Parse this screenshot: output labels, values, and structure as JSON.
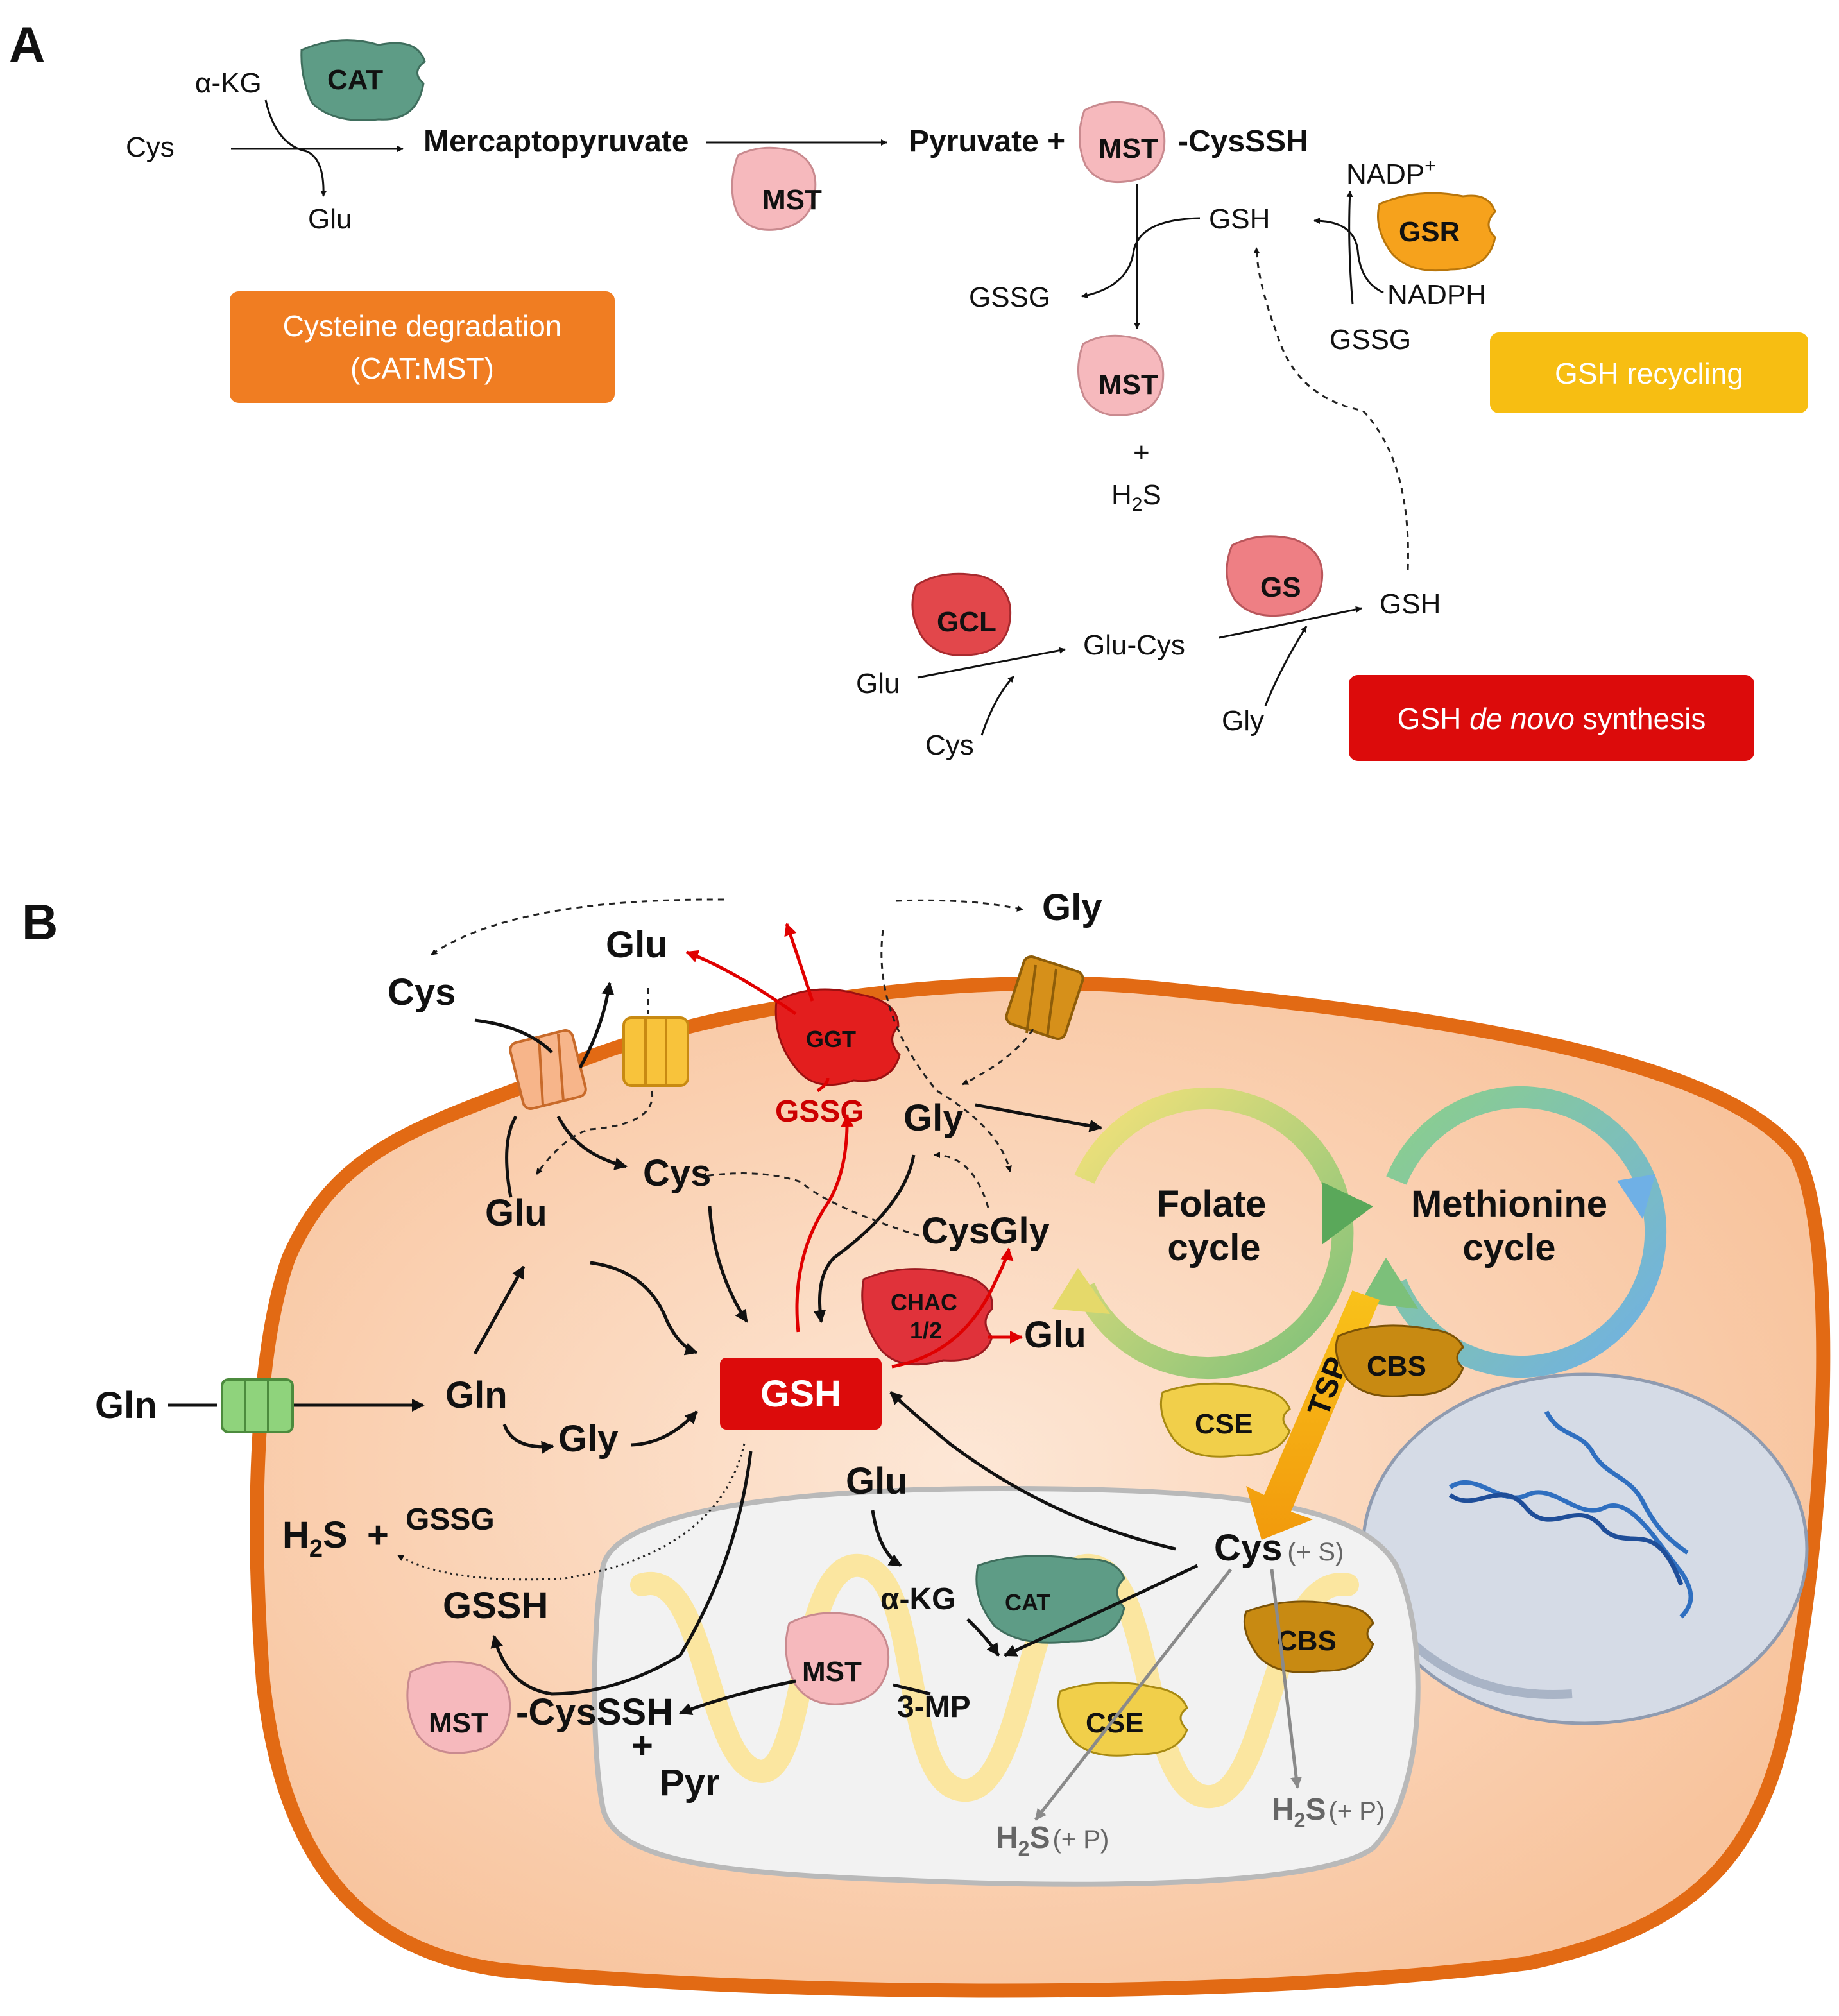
{
  "panels": {
    "a": "A",
    "b": "B"
  },
  "panel_a": {
    "alpha_kg": "α-KG",
    "cat": "CAT",
    "cys": "Cys",
    "glu": "Glu",
    "mercaptopyruvate": "Mercaptopyruvate",
    "mst": "MST",
    "pyruvate_plus": "Pyruvate +",
    "cysssh_suffix": "-CysSSH",
    "nadp": "NADP",
    "nadp_sup": "+",
    "gsr": "GSR",
    "gsh": "GSH",
    "gssg": "GSSG",
    "nadph": "NADPH",
    "plus": "+",
    "h2s_h": "H",
    "h2s_2": "2",
    "h2s_s": "S",
    "gcl": "GCL",
    "gs": "GS",
    "glu_cys": "Glu-Cys",
    "gly": "Gly",
    "box_degradation_line1": "Cysteine degradation",
    "box_degradation_line2": "(CAT:MST)",
    "box_recycling": "GSH recycling",
    "box_synthesis_pre": "GSH ",
    "box_synthesis_italic": "de novo",
    "box_synthesis_post": " synthesis"
  },
  "panel_b": {
    "gly_top": "Gly",
    "glu_top": "Glu",
    "cys_top": "Cys",
    "ggt": "GGT",
    "gssg_red": "GSSG",
    "gly_mid": "Gly",
    "cys_mid": "Cys",
    "glu_mid": "Glu",
    "cysgly": "CysGly",
    "folate_1": "Folate",
    "folate_2": "cycle",
    "methionine_1": "Methionine",
    "methionine_2": "cycle",
    "chac_1": "CHAC",
    "chac_2": "1/2",
    "glu_chac": "Glu",
    "gln_ext": "Gln",
    "gln_in": "Gln",
    "gly_in": "Gly",
    "gsh": "GSH",
    "cbs": "CBS",
    "cse": "CSE",
    "tsp": "TSP",
    "h2s_h": "H",
    "h2s_2": "2",
    "h2s_s": "S",
    "plus": "+",
    "gssg": "GSSG",
    "gssh": "GSSH",
    "glu_mito": "Glu",
    "cys_s": "Cys",
    "plus_s": "(+ S)",
    "alpha_kg": "α-KG",
    "cat": "CAT",
    "mst": "MST",
    "three_mp": "3-MP",
    "cysssh_suffix": "-CysSSH",
    "pyr": "Pyr",
    "plus_p": "(+ P)"
  },
  "colors": {
    "cell_fill": "#fbd3b6",
    "cell_border": "#e26a14",
    "orange_box": "#f07d22",
    "yellow_box": "#f7be12",
    "red_box": "#dc0b0b",
    "mst_pink": "#f6b9bd",
    "cat_green": "#5e9c86",
    "gsr_orange": "#f6a21c",
    "gcl_red": "#e2474b",
    "gs_salmon": "#ee7f84",
    "ggt_red": "#e31e1e",
    "chac_red": "#e0323a",
    "cbs_gold": "#c88a12",
    "cse_yellow": "#f1cf4a",
    "gln_transporter": "#8fd37c",
    "nucleus": "#d5dbe6",
    "mito_fill": "#f2f2f2"
  }
}
